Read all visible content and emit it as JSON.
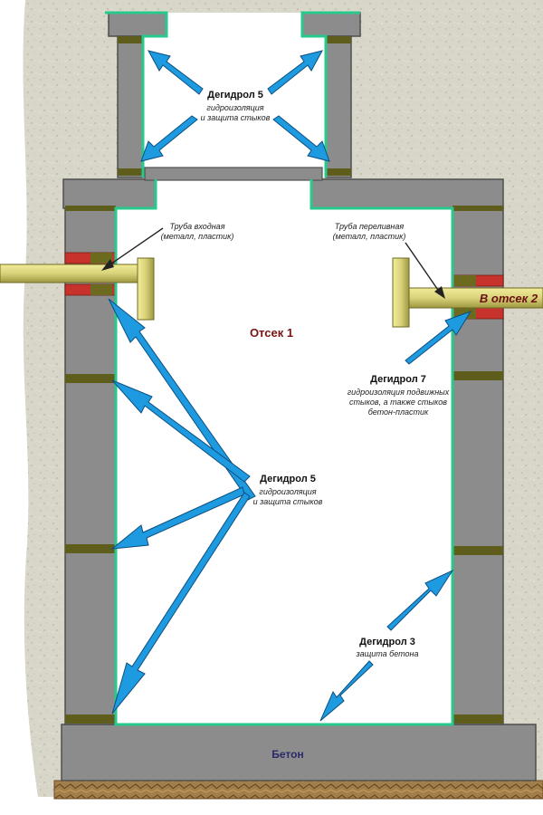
{
  "labels": {
    "degidrol5_top": {
      "title": "Дегидрол 5",
      "line1": "гидроизоляция",
      "line2": "и защита стыков"
    },
    "pipe_inlet": {
      "line1": "Труба входная",
      "line2": "(металл, пластик)"
    },
    "pipe_overflow": {
      "line1": "Труба переливная",
      "line2": "(металл, пластик)"
    },
    "outflow": "В отсек 2",
    "compartment": "Отсек 1",
    "degidrol7": {
      "title": "Дегидрол 7",
      "line1": "гидроизоляция подвижных",
      "line2": "стыков, а также стыков",
      "line3": "бетон-пластик"
    },
    "degidrol5_mid": {
      "title": "Дегидрол 5",
      "line1": "гидроизоляция",
      "line2": "и защита стыков"
    },
    "degidrol3": {
      "title": "Дегидрол 3",
      "line1": "защита бетона"
    },
    "concrete": "Бетон"
  },
  "colors": {
    "soil": "#d8d6c8",
    "block": "#8c8c8c",
    "block_edge": "#5a5a5a",
    "joint": "#6b6a1e",
    "brick": "#c8322c",
    "pipe": "#d9d27a",
    "coating": "#27c98c",
    "arrow": "#1e9be0",
    "interior": "#ffffff",
    "gravel": "#8a6a3a"
  }
}
